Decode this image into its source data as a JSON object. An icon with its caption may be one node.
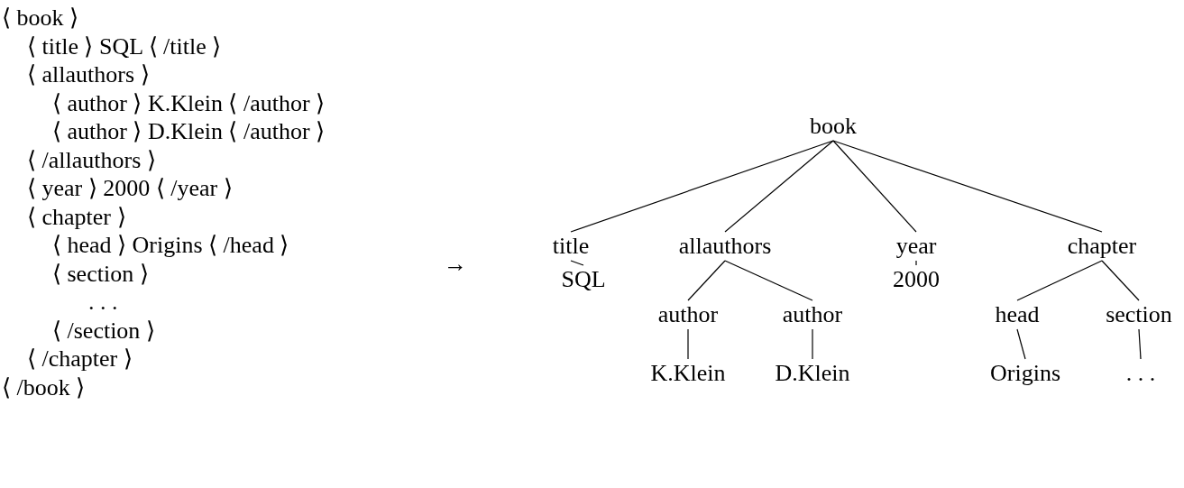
{
  "diagram": {
    "nodes": [
      {
        "text": [
          "book"
        ]
      },
      {
        "text": [
          "title"
        ]
      },
      {
        "text": [
          "allauthors"
        ]
      },
      {
        "text": [
          "year"
        ]
      },
      {
        "text": [
          "chapter"
        ]
      },
      {
        "text": [
          "SQL"
        ]
      },
      {
        "text": [
          "author"
        ]
      },
      {
        "text": [
          "author"
        ]
      },
      {
        "text": [
          "2000"
        ]
      },
      {
        "text": [
          "head"
        ]
      },
      {
        "text": [
          "section"
        ]
      },
      {
        "text": [
          "K.Klein"
        ]
      },
      {
        "text": [
          "D.Klein"
        ]
      },
      {
        "text": [
          "Origins"
        ]
      },
      {
        "text": [
          ". . ."
        ]
      }
    ],
    "edges": [
      {
        "from": 0,
        "to": 1,
        "arrow": "none"
      },
      {
        "from": 0,
        "to": 2,
        "arrow": "none"
      },
      {
        "from": 0,
        "to": 3,
        "arrow": "none"
      },
      {
        "from": 0,
        "to": 4,
        "arrow": "none"
      },
      {
        "from": 1,
        "to": 5,
        "arrow": "none"
      },
      {
        "from": 2,
        "to": 6,
        "arrow": "none"
      },
      {
        "from": 2,
        "to": 7,
        "arrow": "none"
      },
      {
        "from": 3,
        "to": 8,
        "arrow": "none"
      },
      {
        "from": 4,
        "to": 9,
        "arrow": "none"
      },
      {
        "from": 4,
        "to": 10,
        "arrow": "none"
      },
      {
        "from": 6,
        "to": 11,
        "arrow": "none"
      },
      {
        "from": 7,
        "to": 12,
        "arrow": "none"
      },
      {
        "from": 9,
        "to": 13,
        "arrow": "none"
      },
      {
        "from": 10,
        "to": 14,
        "arrow": "none"
      }
    ],
    "labels": [
      "⟨ book ⟩",
      "⟨ title ⟩ SQL ⟨ /title ⟩",
      "⟨ allauthors ⟩",
      "⟨ author ⟩ K.Klein ⟨ /author ⟩",
      "⟨ author ⟩ D.Klein ⟨ /author ⟩",
      "⟨ /allauthors ⟩",
      "⟨ year ⟩ 2000 ⟨ /year ⟩",
      "⟨ chapter ⟩",
      "⟨ head ⟩ Origins ⟨ /head ⟩",
      "⟨ section ⟩",
      ". . .",
      "⟨ /section ⟩",
      "⟨ /chapter ⟩",
      "⟨ /book ⟩",
      "→"
    ]
  }
}
